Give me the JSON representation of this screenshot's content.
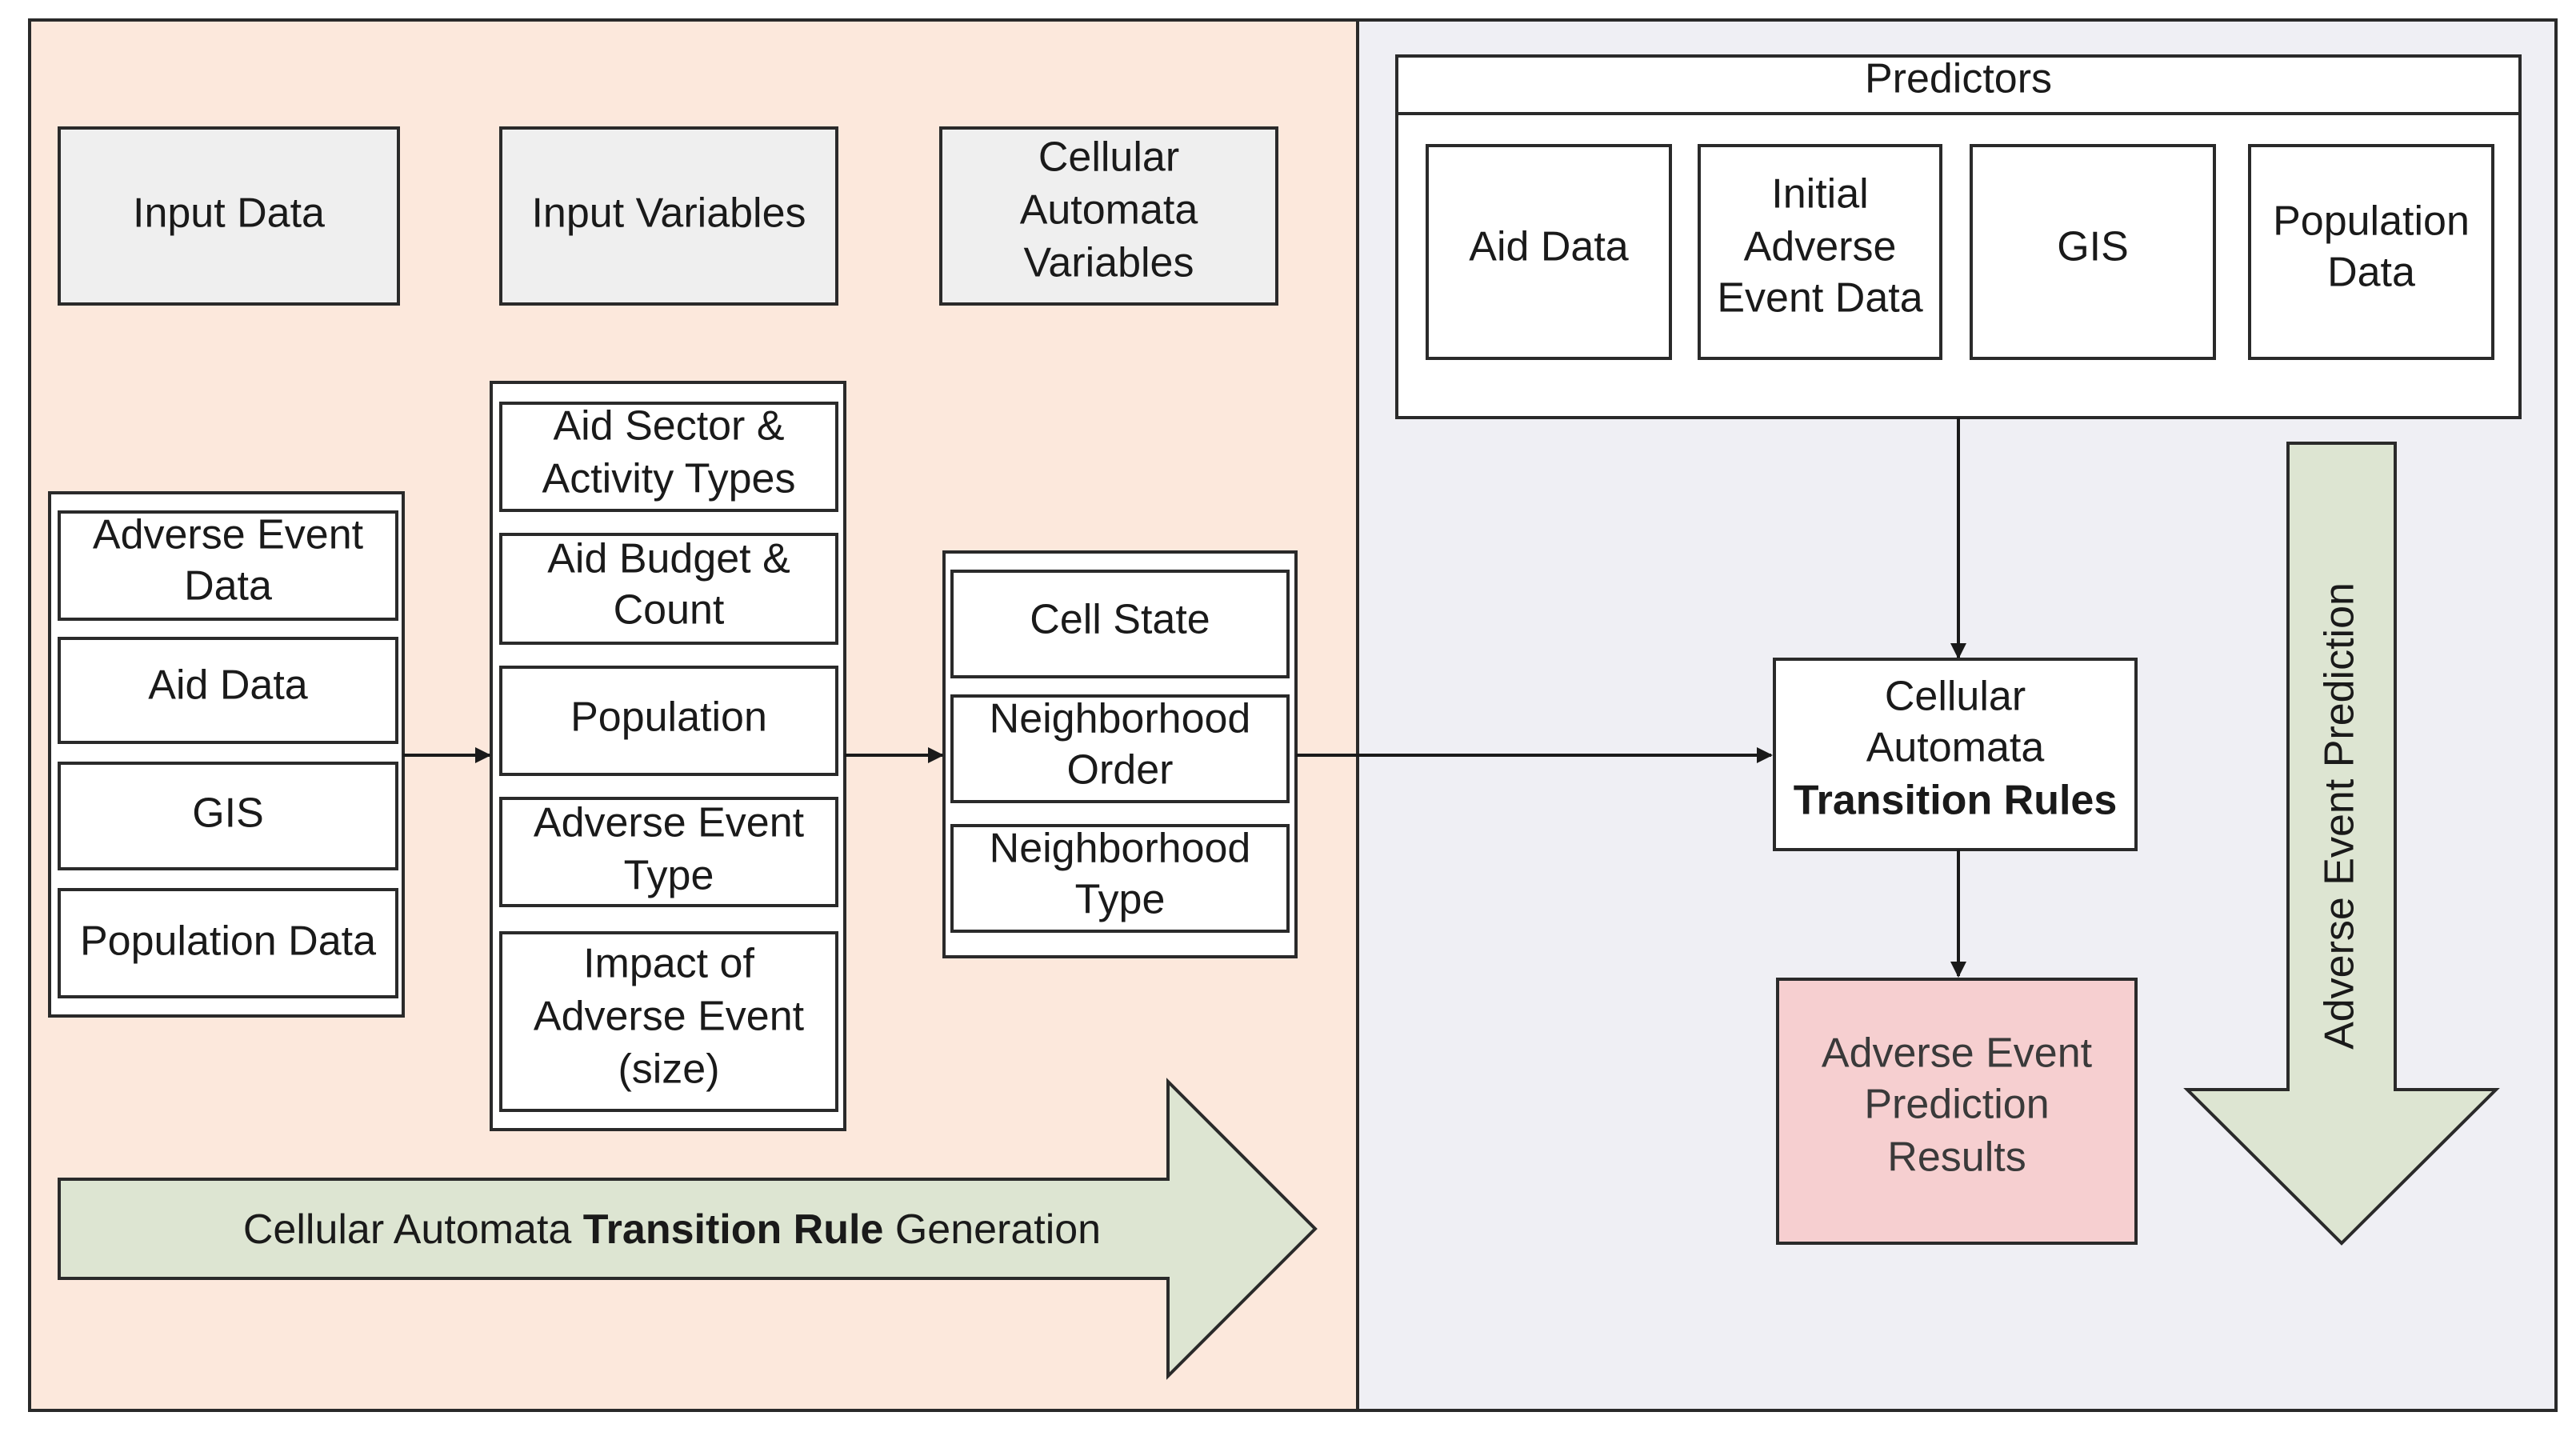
{
  "colors": {
    "left_panel": "#fce8dc",
    "right_panel": "#efeff4",
    "header_box": "#efefef",
    "box_fill": "#ffffff",
    "result_box": "#f6cfd0",
    "arrow_fill": "#dde5d2",
    "stroke": "#2a2a2a"
  },
  "left": {
    "headers": {
      "input_data": "Input Data",
      "input_variables": "Input Variables",
      "ca_variables": [
        "Cellular",
        "Automata",
        "Variables"
      ]
    },
    "input_data_items": [
      [
        "Adverse Event",
        "Data"
      ],
      [
        "Aid Data"
      ],
      [
        "GIS"
      ],
      [
        "Population Data"
      ]
    ],
    "input_variable_items": [
      [
        "Aid Sector &",
        "Activity Types"
      ],
      [
        "Aid Budget &",
        "Count"
      ],
      [
        "Population"
      ],
      [
        "Adverse Event",
        "Type"
      ],
      [
        "Impact of",
        "Adverse Event",
        "(size)"
      ]
    ],
    "ca_variable_items": [
      [
        "Cell State"
      ],
      [
        "Neighborhood",
        "Order"
      ],
      [
        "Neighborhood",
        "Type"
      ]
    ],
    "generation_arrow": {
      "prefix": "Cellular Automata ",
      "bold": "Transition Rule",
      "suffix": " Generation"
    }
  },
  "right": {
    "predictors_title": "Predictors",
    "predictor_items": [
      [
        "Aid Data"
      ],
      [
        "Initial",
        "Adverse",
        "Event Data"
      ],
      [
        "GIS"
      ],
      [
        "Population",
        "Data"
      ]
    ],
    "transition_rules": {
      "line1": "Cellular",
      "line2": "Automata",
      "line3_bold": "Transition Rules"
    },
    "results": [
      "Adverse Event",
      "Prediction",
      "Results"
    ],
    "prediction_arrow": "Adverse Event Prediction"
  }
}
